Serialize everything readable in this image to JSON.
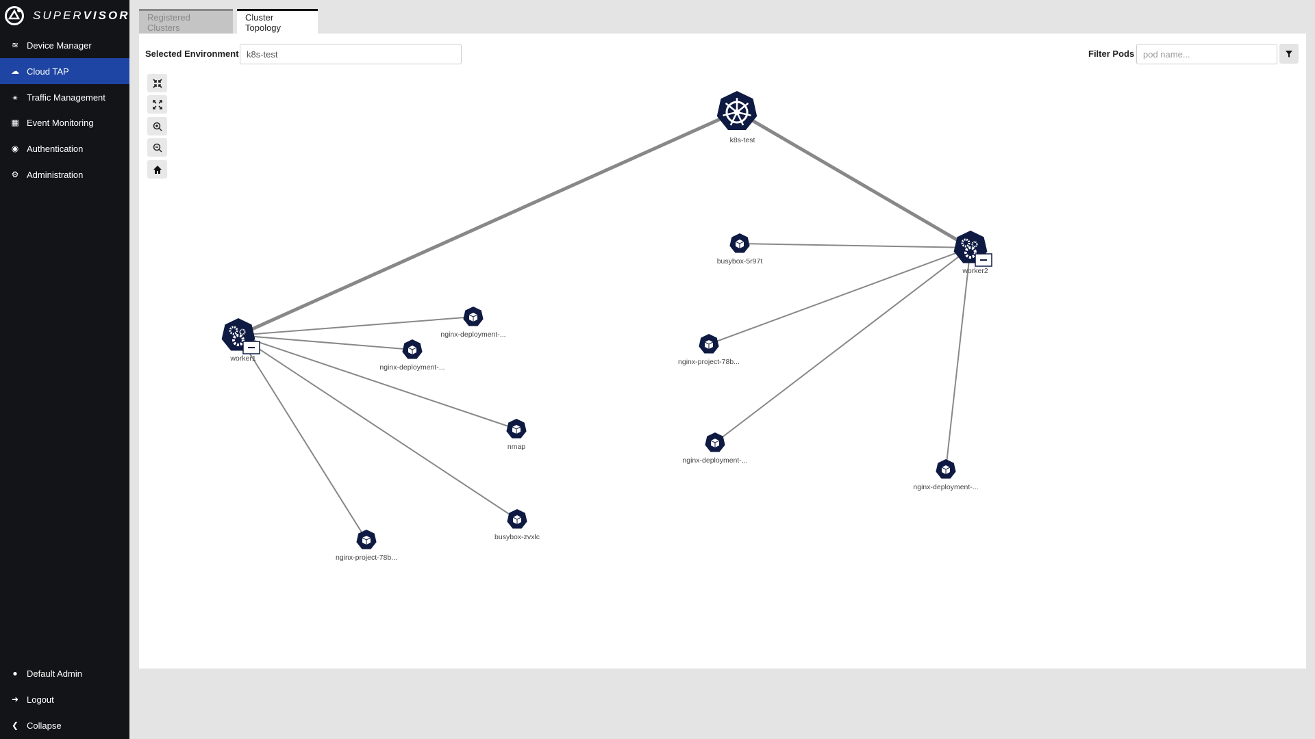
{
  "app": {
    "name_light": "SUPER",
    "name_bold": "VISOR"
  },
  "sidebar": {
    "items": [
      {
        "label": "Device Manager",
        "icon": "layers-icon"
      },
      {
        "label": "Cloud TAP",
        "icon": "cloud-icon",
        "active": true
      },
      {
        "label": "Traffic Management",
        "icon": "network-icon"
      },
      {
        "label": "Event Monitoring",
        "icon": "calendar-clock-icon"
      },
      {
        "label": "Authentication",
        "icon": "user-circle-icon"
      },
      {
        "label": "Administration",
        "icon": "gear-icon"
      }
    ],
    "bottom": [
      {
        "label": "Default Admin",
        "icon": "user-icon"
      },
      {
        "label": "Logout",
        "icon": "logout-icon"
      },
      {
        "label": "Collapse",
        "icon": "chevron-left-icon"
      }
    ]
  },
  "tabs": [
    {
      "label": "Registered Clusters"
    },
    {
      "label": "Cluster Topology",
      "active": true
    }
  ],
  "environment": {
    "label": "Selected Environment",
    "value": "k8s-test"
  },
  "filter": {
    "label": "Filter Pods",
    "placeholder": "pod name..."
  },
  "colors": {
    "node": "#0e1a42",
    "edge": "#888888",
    "active": "#1e45a3",
    "sidebar": "#131418"
  },
  "graph": {
    "nodes": [
      {
        "id": "c",
        "label": "k8s-test",
        "type": "cluster"
      },
      {
        "id": "w1",
        "label": "worker1",
        "type": "worker"
      },
      {
        "id": "w2",
        "label": "worker2",
        "type": "worker"
      },
      {
        "id": "p1",
        "label": "busybox-5r97t",
        "type": "pod"
      },
      {
        "id": "p2",
        "label": "nginx-project-78b...",
        "type": "pod"
      },
      {
        "id": "p3",
        "label": "nginx-deployment-...",
        "type": "pod"
      },
      {
        "id": "p4",
        "label": "nginx-deployment-...",
        "type": "pod"
      },
      {
        "id": "p5",
        "label": "nginx-deployment-...",
        "type": "pod"
      },
      {
        "id": "p6",
        "label": "nginx-deployment-...",
        "type": "pod"
      },
      {
        "id": "p7",
        "label": "nmap",
        "type": "pod"
      },
      {
        "id": "p8",
        "label": "busybox-zvxlc",
        "type": "pod"
      },
      {
        "id": "p9",
        "label": "nginx-project-78b...",
        "type": "pod"
      }
    ],
    "edges": [
      [
        "c",
        "w1"
      ],
      [
        "c",
        "w2"
      ],
      [
        "w2",
        "p1"
      ],
      [
        "w2",
        "p2"
      ],
      [
        "w2",
        "p3"
      ],
      [
        "w2",
        "p4"
      ],
      [
        "w1",
        "p5"
      ],
      [
        "w1",
        "p6"
      ],
      [
        "w1",
        "p7"
      ],
      [
        "w1",
        "p8"
      ],
      [
        "w1",
        "p9"
      ]
    ]
  }
}
